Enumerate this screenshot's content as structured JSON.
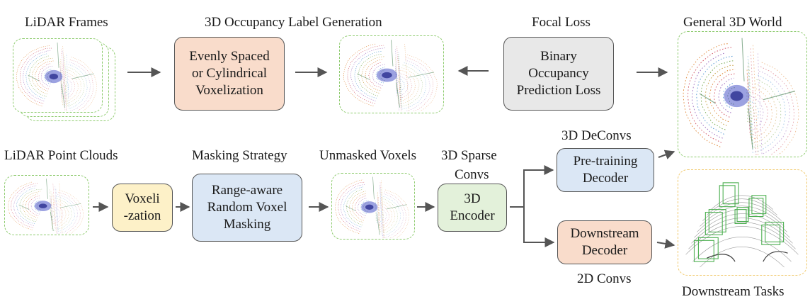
{
  "labels": {
    "lidar_frames": "LiDAR Frames",
    "occupancy_label_generation": "3D Occupancy Label Generation",
    "focal_loss": "Focal Loss",
    "general_3d_world": "General 3D World",
    "lidar_point_clouds": "LiDAR Point Clouds",
    "masking_strategy": "Masking Strategy",
    "unmasked_voxels": "Unmasked Voxels",
    "sparse_convs_line1": "3D Sparse",
    "sparse_convs_line2": "Convs",
    "deconvs": "3D DeConvs",
    "convs_2d": "2D Convs",
    "downstream_tasks": "Downstream Tasks"
  },
  "boxes": {
    "voxelization_method": "Evenly Spaced\nor Cylindrical\nVoxelization",
    "binary_loss": "Binary\nOccupancy\nPrediction Loss",
    "voxelization": "Voxeli\n-zation",
    "masking": "Range-aware\nRandom Voxel\nMasking",
    "encoder": "3D\nEncoder",
    "pretraining_decoder": "Pre-training\nDecoder",
    "downstream_decoder": "Downstream\nDecoder"
  },
  "colors": {
    "orange_fill": "#f9dccb",
    "gray_fill": "#e8e8e8",
    "yellow_fill": "#fdf1c8",
    "blue_fill": "#dbe7f5",
    "green_fill": "#e3f1da",
    "dashed_green": "#8dcb6d",
    "dashed_yellow": "#f1c96b",
    "arrow": "#555555"
  },
  "icons": {
    "lidar_scan": "lidar-point-cloud-icon",
    "detection_scene": "3d-detection-scene-icon"
  }
}
